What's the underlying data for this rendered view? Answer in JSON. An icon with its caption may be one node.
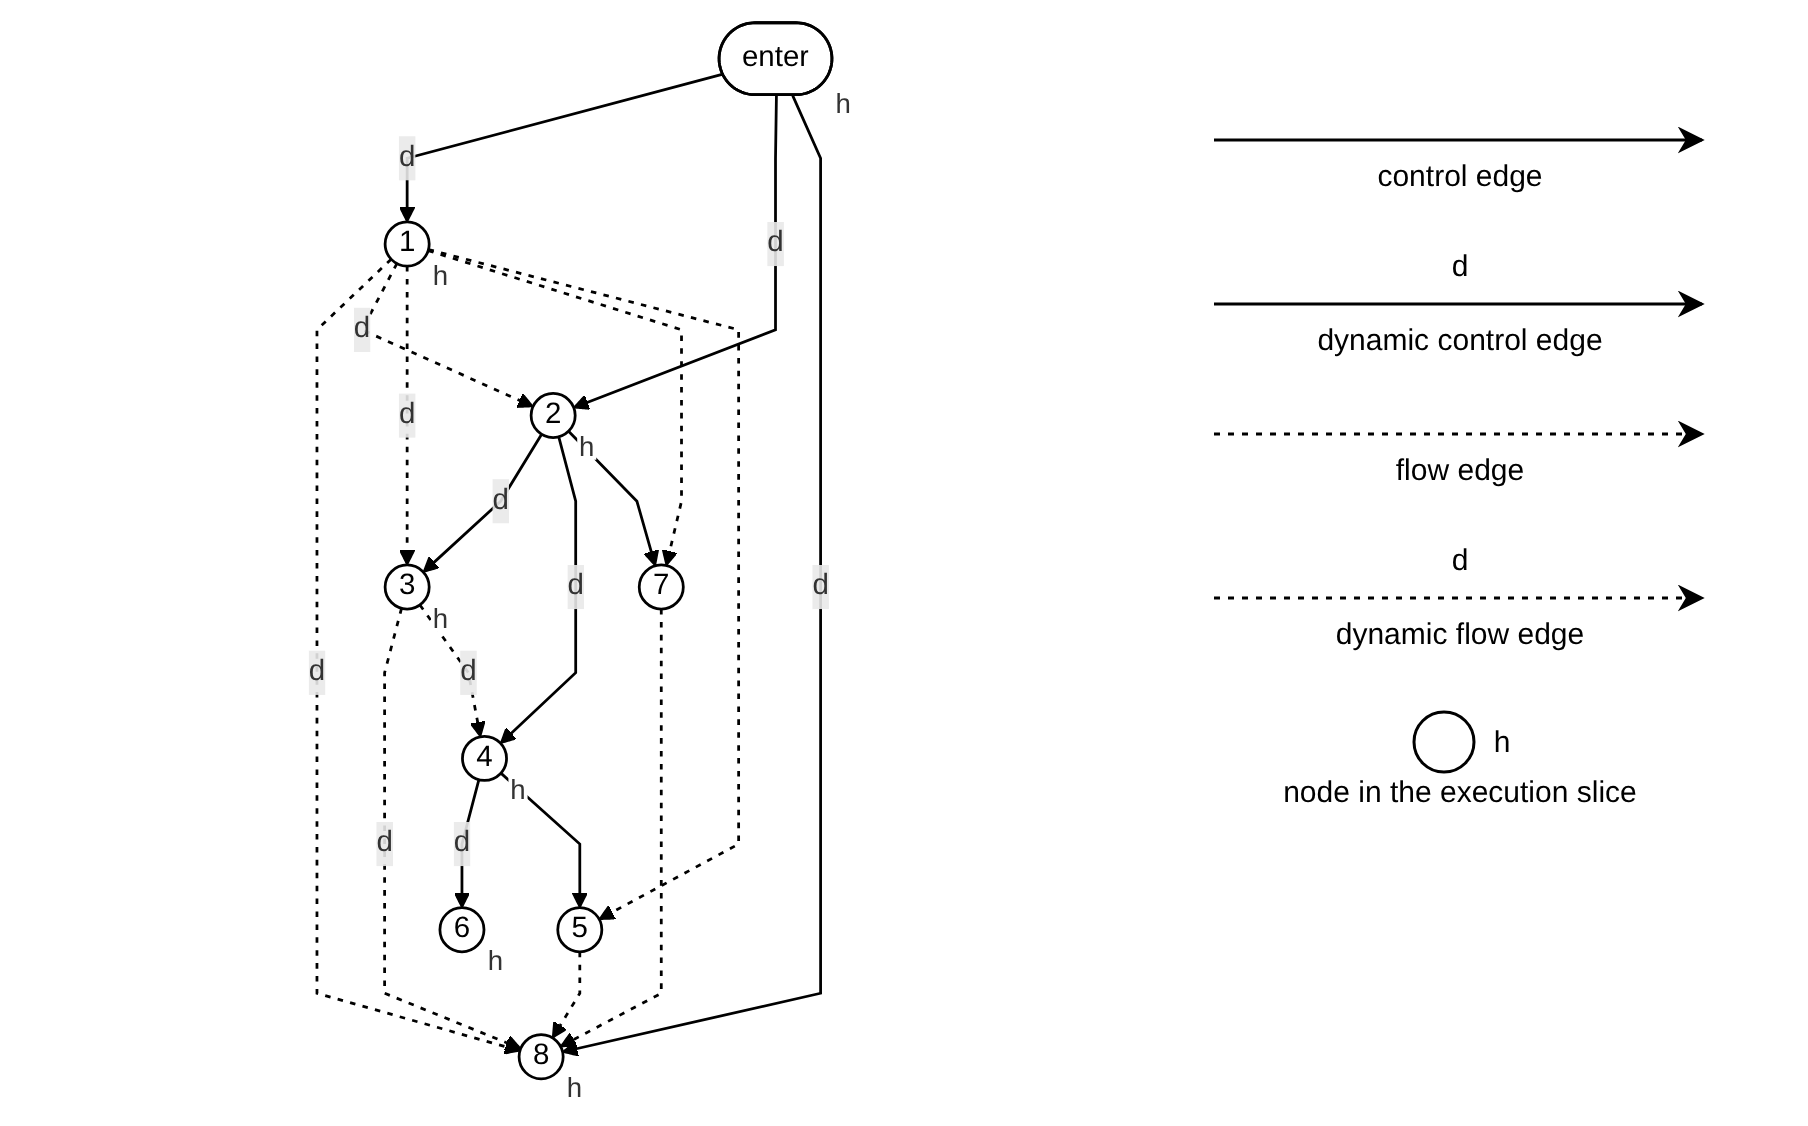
{
  "diagram": {
    "nodes": [
      {
        "text": [
          "enter"
        ],
        "beside": [
          "h"
        ]
      },
      {
        "text": [
          "1"
        ],
        "beside": [
          "h"
        ]
      },
      {
        "text": [
          "2"
        ],
        "beside": [
          "h"
        ]
      },
      {
        "text": [
          "8"
        ],
        "beside": [
          "h"
        ]
      },
      {
        "text": [
          "3"
        ],
        "beside": [
          "h"
        ]
      },
      {
        "text": [
          "4"
        ],
        "beside": [
          "h"
        ]
      },
      {
        "text": [
          "7"
        ]
      },
      {
        "text": [
          "6"
        ],
        "beside": [
          "h"
        ]
      },
      {
        "text": [
          "5"
        ]
      }
    ],
    "edges": [
      {
        "from": 0,
        "to": 1,
        "arrow": "to",
        "label": "d"
      },
      {
        "from": 0,
        "to": 2,
        "arrow": "to",
        "label": "d"
      },
      {
        "from": 0,
        "to": 3,
        "arrow": "to",
        "label": "d"
      },
      {
        "from": 1,
        "to": 3,
        "arrow": "to",
        "label": "d",
        "style": "dashed"
      },
      {
        "from": 1,
        "to": 2,
        "arrow": "to",
        "label": "d",
        "style": "dashed"
      },
      {
        "from": 1,
        "to": 4,
        "arrow": "to",
        "label": "d",
        "style": "dashed"
      },
      {
        "from": 1,
        "to": 6,
        "arrow": "to",
        "style": "dashed"
      },
      {
        "from": 1,
        "to": 8,
        "arrow": "to",
        "style": "dashed"
      },
      {
        "from": 2,
        "to": 4,
        "arrow": "to",
        "label": "d"
      },
      {
        "from": 2,
        "to": 5,
        "arrow": "to",
        "label": "d"
      },
      {
        "from": 2,
        "to": 6,
        "arrow": "to"
      },
      {
        "from": 4,
        "to": 3,
        "arrow": "to",
        "label": "d",
        "style": "dashed"
      },
      {
        "from": 4,
        "to": 5,
        "arrow": "to",
        "label": "d",
        "style": "dashed"
      },
      {
        "from": 5,
        "to": 7,
        "arrow": "to",
        "label": "d"
      },
      {
        "from": 5,
        "to": 8,
        "arrow": "to"
      },
      {
        "from": 6,
        "to": 3,
        "arrow": "to",
        "style": "dashed"
      },
      {
        "from": 8,
        "to": 3,
        "arrow": "to",
        "style": "dashed"
      }
    ],
    "labels": [
      "d",
      "d",
      "h"
    ],
    "legend": [
      {
        "text": "control edge"
      },
      {
        "text": "dynamic control edge"
      },
      {
        "text": "flow edge"
      },
      {
        "text": "dynamic flow edge"
      },
      {
        "text": "node in the execution slice"
      }
    ]
  }
}
